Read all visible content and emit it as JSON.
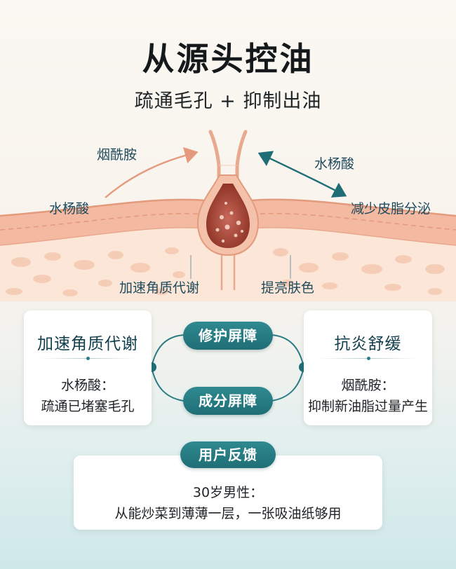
{
  "title": "从源头控油",
  "subtitle": "疏通毛孔 + 抑制出油",
  "diagram": {
    "label_niacinamide": "烟酰胺",
    "label_salicylic_left": "水杨酸",
    "label_salicylic_right": "水杨酸",
    "label_reduce_sebum": "减少皮脂分泌",
    "label_keratin": "加速角质代谢",
    "label_brighten": "提亮肤色"
  },
  "left_card": {
    "heading": "加速角质代谢",
    "line1": "水杨酸：",
    "line2": "疏通已堵塞毛孔"
  },
  "right_card": {
    "heading": "抗炎舒缓",
    "line1": "烟酰胺：",
    "line2": "抑制新油脂过量产生"
  },
  "pills": {
    "top": "修护屏障",
    "bottom": "成分屏障"
  },
  "feedback": {
    "pill": "用户反馈",
    "line1": "30岁男性：",
    "line2": "从能炒菜到薄薄一层，一张吸油纸够用"
  },
  "colors": {
    "teal": "#1f6e76",
    "skin_pink": "#f2b9a2",
    "follicle_red": "#9e3a2c",
    "arrow_salmon": "#e59a7e"
  }
}
